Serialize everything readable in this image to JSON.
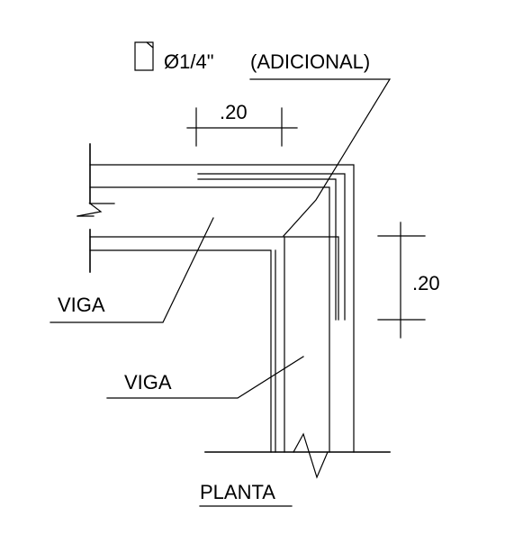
{
  "labels": {
    "bar_spec": "Ø1/4\"",
    "note": "(ADICIONAL)",
    "dim_horizontal": ".20",
    "dim_vertical": ".20",
    "beam_top": "VIGA",
    "beam_bottom": "VIGA",
    "view_title": "PLANTA"
  },
  "colors": {
    "line": "#000000",
    "background": "#ffffff"
  },
  "icons": {
    "bar_symbol": "stirrup-rectangle-icon"
  }
}
